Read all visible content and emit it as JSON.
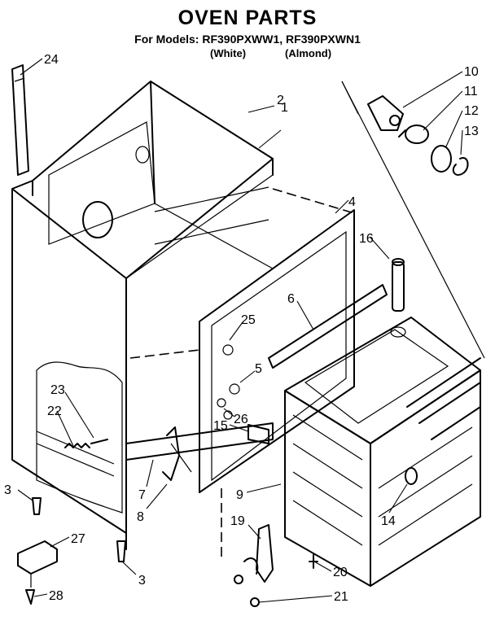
{
  "header": {
    "title": "OVEN PARTS",
    "models_line": "For Models: RF390PXWW1, RF390PXWN1",
    "variant_white": "(White)",
    "variant_almond": "(Almond)"
  },
  "callouts": [
    "1",
    "2",
    "3",
    "3",
    "4",
    "5",
    "6",
    "7",
    "8",
    "9",
    "10",
    "11",
    "12",
    "13",
    "14",
    "15",
    "16",
    "19",
    "20",
    "21",
    "22",
    "23",
    "24",
    "25",
    "26",
    "27",
    "28"
  ]
}
